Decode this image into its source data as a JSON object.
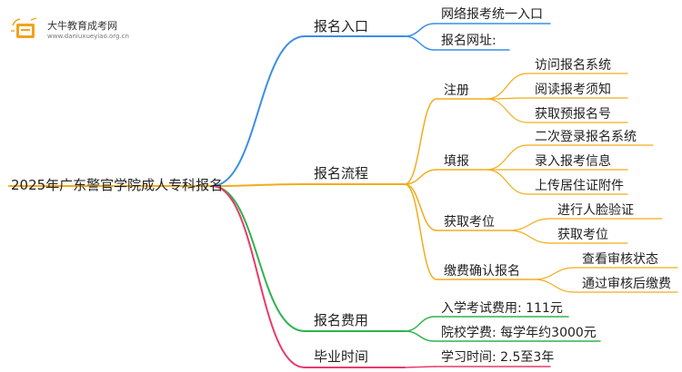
{
  "logo": {
    "title": "大牛教育成考网",
    "subtitle": "www.daniuxueyiao.org.cn"
  },
  "colors": {
    "blue": "#3a8ee6",
    "orange": "#f0ad1a",
    "green": "#2fb34e",
    "pink": "#e83a6c"
  },
  "root": "2025年广东警官学院成人专科报名",
  "branches": [
    {
      "label": "报名入口",
      "color": "#3a8ee6",
      "children": [
        {
          "label": "网络报考统一入口"
        },
        {
          "label": "报名网址:"
        }
      ]
    },
    {
      "label": "报名流程",
      "color": "#f0ad1a",
      "children": [
        {
          "label": "注册",
          "children": [
            "访问报名系统",
            "阅读报考须知",
            "获取预报名号"
          ]
        },
        {
          "label": "填报",
          "children": [
            "二次登录报名系统",
            "录入报考信息",
            "上传居住证附件"
          ]
        },
        {
          "label": "获取考位",
          "children": [
            "进行人脸验证",
            "获取考位"
          ]
        },
        {
          "label": "缴费确认报名",
          "children": [
            "查看审核状态",
            "通过审核后缴费"
          ]
        }
      ]
    },
    {
      "label": "报名费用",
      "color": "#2fb34e",
      "children": [
        {
          "label": "入学考试费用: 111元"
        },
        {
          "label": "院校学费: 每学年约3000元"
        }
      ]
    },
    {
      "label": "毕业时间",
      "color": "#e83a6c",
      "children": [
        {
          "label": "学习时间: 2.5至3年"
        }
      ]
    }
  ]
}
